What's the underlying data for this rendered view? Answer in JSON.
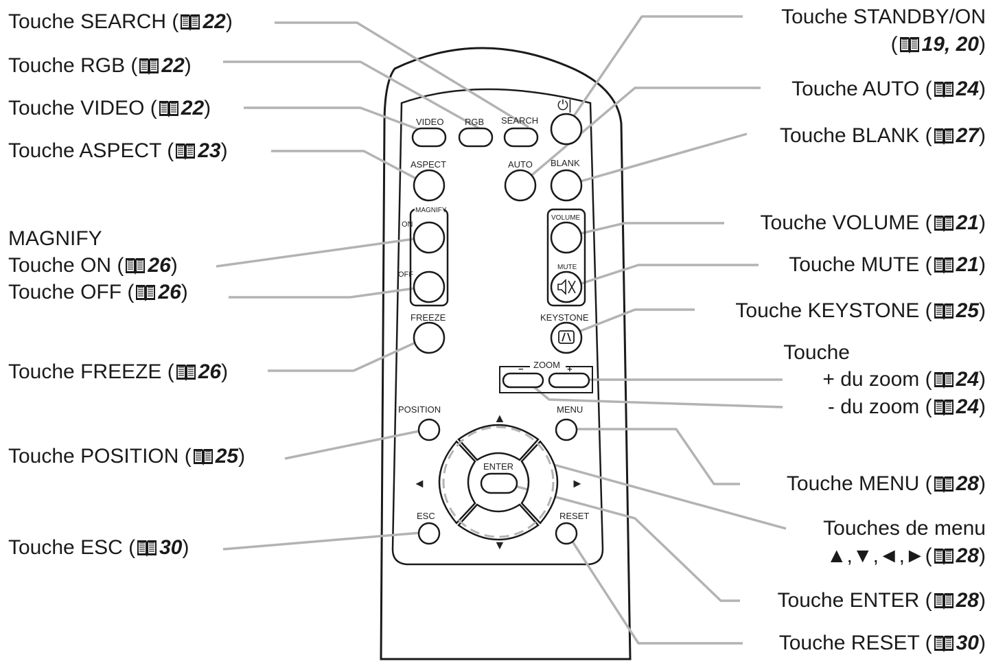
{
  "left_callouts": [
    {
      "id": "search",
      "prefix": "Touche SEARCH (",
      "ref": "22",
      "suffix": ")"
    },
    {
      "id": "rgb",
      "prefix": "Touche RGB (",
      "ref": "22",
      "suffix": ")"
    },
    {
      "id": "video",
      "prefix": "Touche VIDEO (",
      "ref": "22",
      "suffix": ")"
    },
    {
      "id": "aspect",
      "prefix": "Touche ASPECT (",
      "ref": "23",
      "suffix": ")"
    },
    {
      "id": "magnify-title",
      "prefix": "MAGNIFY",
      "ref": "",
      "suffix": ""
    },
    {
      "id": "on",
      "prefix": "Touche ON (",
      "ref": "26",
      "suffix": ")"
    },
    {
      "id": "off",
      "prefix": "Touche OFF (",
      "ref": "26",
      "suffix": ")"
    },
    {
      "id": "freeze",
      "prefix": "Touche FREEZE (",
      "ref": "26",
      "suffix": ")"
    },
    {
      "id": "position",
      "prefix": "Touche POSITION (",
      "ref": "25",
      "suffix": ")"
    },
    {
      "id": "esc",
      "prefix": "Touche ESC (",
      "ref": "30",
      "suffix": ")"
    }
  ],
  "right_callouts": [
    {
      "id": "standby",
      "prefix": "Touche STANDBY/ON",
      "ref": "",
      "suffix": ""
    },
    {
      "id": "standby-ref",
      "prefix": "(",
      "ref": "19, 20",
      "suffix": ")"
    },
    {
      "id": "auto",
      "prefix": "Touche AUTO (",
      "ref": "24",
      "suffix": ")"
    },
    {
      "id": "blank",
      "prefix": "Touche BLANK (",
      "ref": "27",
      "suffix": ")"
    },
    {
      "id": "volume",
      "prefix": "Touche VOLUME (",
      "ref": "21",
      "suffix": ")"
    },
    {
      "id": "mute",
      "prefix": "Touche MUTE (",
      "ref": "21",
      "suffix": ")"
    },
    {
      "id": "keystone",
      "prefix": "Touche KEYSTONE (",
      "ref": "25",
      "suffix": ")"
    },
    {
      "id": "zoom-title",
      "prefix": "Touche",
      "ref": "",
      "suffix": ""
    },
    {
      "id": "zoom-plus",
      "prefix": "+ du zoom (",
      "ref": "24",
      "suffix": ")"
    },
    {
      "id": "zoom-minus",
      "prefix": "- du zoom (",
      "ref": "24",
      "suffix": ")"
    },
    {
      "id": "menu",
      "prefix": "Touche MENU  (",
      "ref": "28",
      "suffix": ")"
    },
    {
      "id": "menu-keys",
      "prefix": "Touches de menu",
      "ref": "",
      "suffix": ""
    },
    {
      "id": "menu-arrows",
      "prefix": "▲,▼,◄,►(",
      "ref": "28",
      "suffix": ")"
    },
    {
      "id": "enter",
      "prefix": "Touche ENTER (",
      "ref": "28",
      "suffix": ")"
    },
    {
      "id": "reset",
      "prefix": "Touche RESET (",
      "ref": "30",
      "suffix": ")"
    }
  ],
  "remote_labels": {
    "video": "VIDEO",
    "rgb": "RGB",
    "search": "SEARCH",
    "power": "⏻|",
    "aspect": "ASPECT",
    "auto": "AUTO",
    "blank": "BLANK",
    "magnify": "MAGNIFY",
    "on": "ON",
    "off": "OFF",
    "volume": "VOLUME",
    "mute": "MUTE",
    "freeze": "FREEZE",
    "keystone": "KEYSTONE",
    "zoom": "ZOOM",
    "zoom_minus": "−",
    "zoom_plus": "+",
    "position": "POSITION",
    "menu": "MENU",
    "enter": "ENTER",
    "esc": "ESC",
    "reset": "RESET",
    "arrow_up": "▲",
    "arrow_down": "▼",
    "arrow_left": "◄",
    "arrow_right": "►"
  },
  "colors": {
    "leader_line": "#b3b3b3",
    "outline": "#1a1a1a"
  }
}
